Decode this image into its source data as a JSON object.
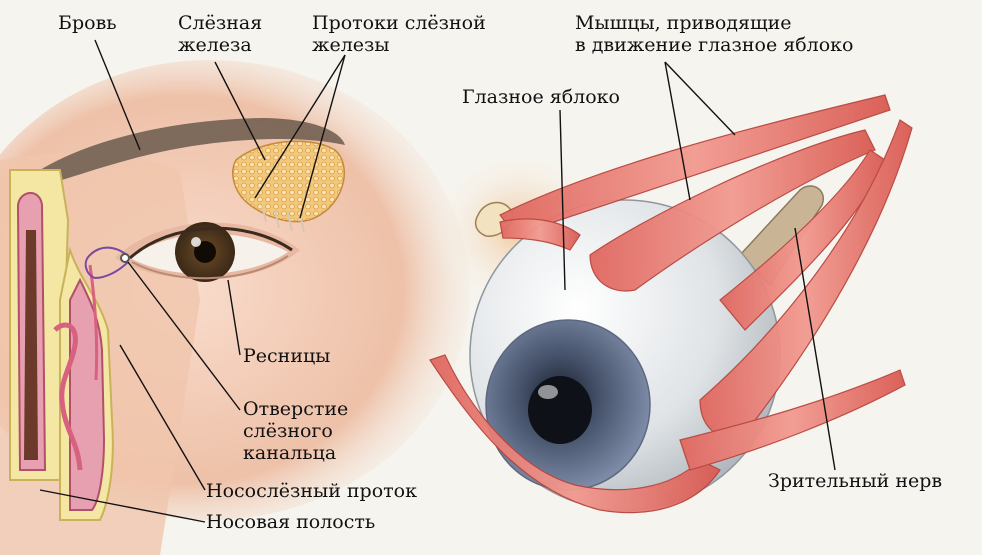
{
  "labels": {
    "brow": "Бровь",
    "tear_gland": [
      "Слёзная",
      "железа"
    ],
    "gland_ducts": [
      "Протоки слёзной",
      "железы"
    ],
    "eyelashes": "Ресницы",
    "canal_opening": [
      "Отверстие",
      "слёзного",
      "канальца"
    ],
    "nasolacrimal_duct": "Носослёзный проток",
    "nasal_cavity": "Носовая полость",
    "eyeball": "Глазное яблоко",
    "muscles": [
      "Мышцы, приводящие",
      "в движение глазное яблоко"
    ],
    "optic_nerve": "Зрительный нерв"
  }
}
